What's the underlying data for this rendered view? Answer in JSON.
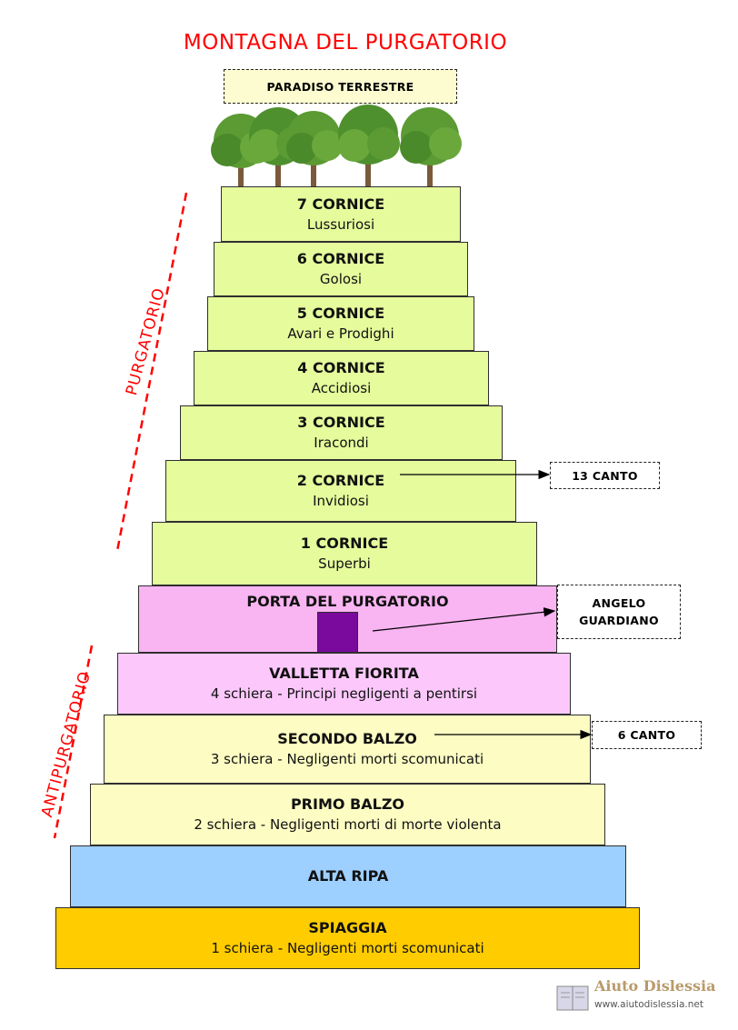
{
  "title": "MONTAGNA DEL PURGATORIO",
  "top_label": "PARADISO TERRESTRE",
  "side_labels": {
    "upper": "PURGATORIO",
    "lower": "ANTIPURGATORIO"
  },
  "levels": {
    "c7": {
      "name": "7 CORNICE",
      "sub": "Lussuriosi"
    },
    "c6": {
      "name": "6 CORNICE",
      "sub": "Golosi"
    },
    "c5": {
      "name": "5 CORNICE",
      "sub": "Avari e Prodighi"
    },
    "c4": {
      "name": "4 CORNICE",
      "sub": "Accidiosi"
    },
    "c3": {
      "name": "3 CORNICE",
      "sub": "Iracondi"
    },
    "c2": {
      "name": "2 CORNICE",
      "sub": "Invidiosi"
    },
    "c1": {
      "name": "1 CORNICE",
      "sub": "Superbi"
    },
    "porta": {
      "name": "PORTA DEL PURGATORIO"
    },
    "valletta": {
      "name": "VALLETTA FIORITA",
      "sub": "4 schiera - Principi negligenti a pentirsi"
    },
    "secondo": {
      "name": "SECONDO BALZO",
      "sub": "3 schiera - Negligenti morti scomunicati"
    },
    "primo": {
      "name": "PRIMO BALZO",
      "sub": "2 schiera - Negligenti morti di morte violenta"
    },
    "alta": {
      "name": "ALTA RIPA"
    },
    "spiaggia": {
      "name": "SPIAGGIA",
      "sub": "1 schiera  - Negligenti morti scomunicati"
    }
  },
  "annotations": {
    "canto13": "13 CANTO",
    "angelo": "ANGELO GUARDIANO",
    "canto6": "6 CANTO"
  },
  "watermark": {
    "brand": "Aiuto Dislessia",
    "url": "www.aiutodislessia.net"
  },
  "colors": {
    "title": "#ff0000",
    "cornice": "#e5fb9c",
    "porta": "#f9b4f2",
    "valletta": "#fcc8fb",
    "balzo": "#fcfcc3",
    "alta_ripa": "#9dcfff",
    "spiaggia": "#ffcc00",
    "door": "#7a0a9e",
    "trees": "#4a8a2a"
  }
}
